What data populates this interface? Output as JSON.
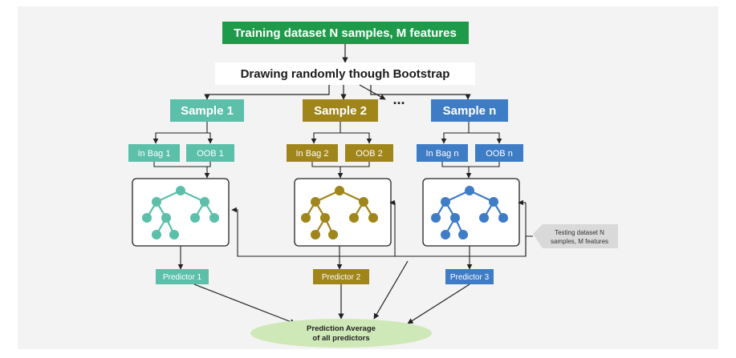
{
  "diagram": {
    "title": "Training dataset N samples, M features",
    "bootstrap_label": "Drawing randomly though Bootstrap",
    "ellipsis": "...",
    "samples": [
      {
        "label": "Sample 1",
        "in_bag": "In Bag 1",
        "oob": "OOB 1",
        "predictor": "Predictor 1",
        "color": "#5bbfaa"
      },
      {
        "label": "Sample 2",
        "in_bag": "In Bag 2",
        "oob": "OOB 2",
        "predictor": "Predictor 2",
        "color": "#a0851b"
      },
      {
        "label": "Sample n",
        "in_bag": "In Bag n",
        "oob": "OOB n",
        "predictor": "Predictor 3",
        "color": "#3e7cc6"
      }
    ],
    "testing_label_line1": "Testing dataset N",
    "testing_label_line2": "samples, M features",
    "result_line1": "Prediction Average",
    "result_line2": "of all predictors",
    "colors": {
      "title_bg": "#1f9a4a",
      "panel_bg": "#f3f3f3",
      "result_bg": "#cfe8b8",
      "testing_bg": "#d9d9d9",
      "line": "#222222"
    }
  }
}
